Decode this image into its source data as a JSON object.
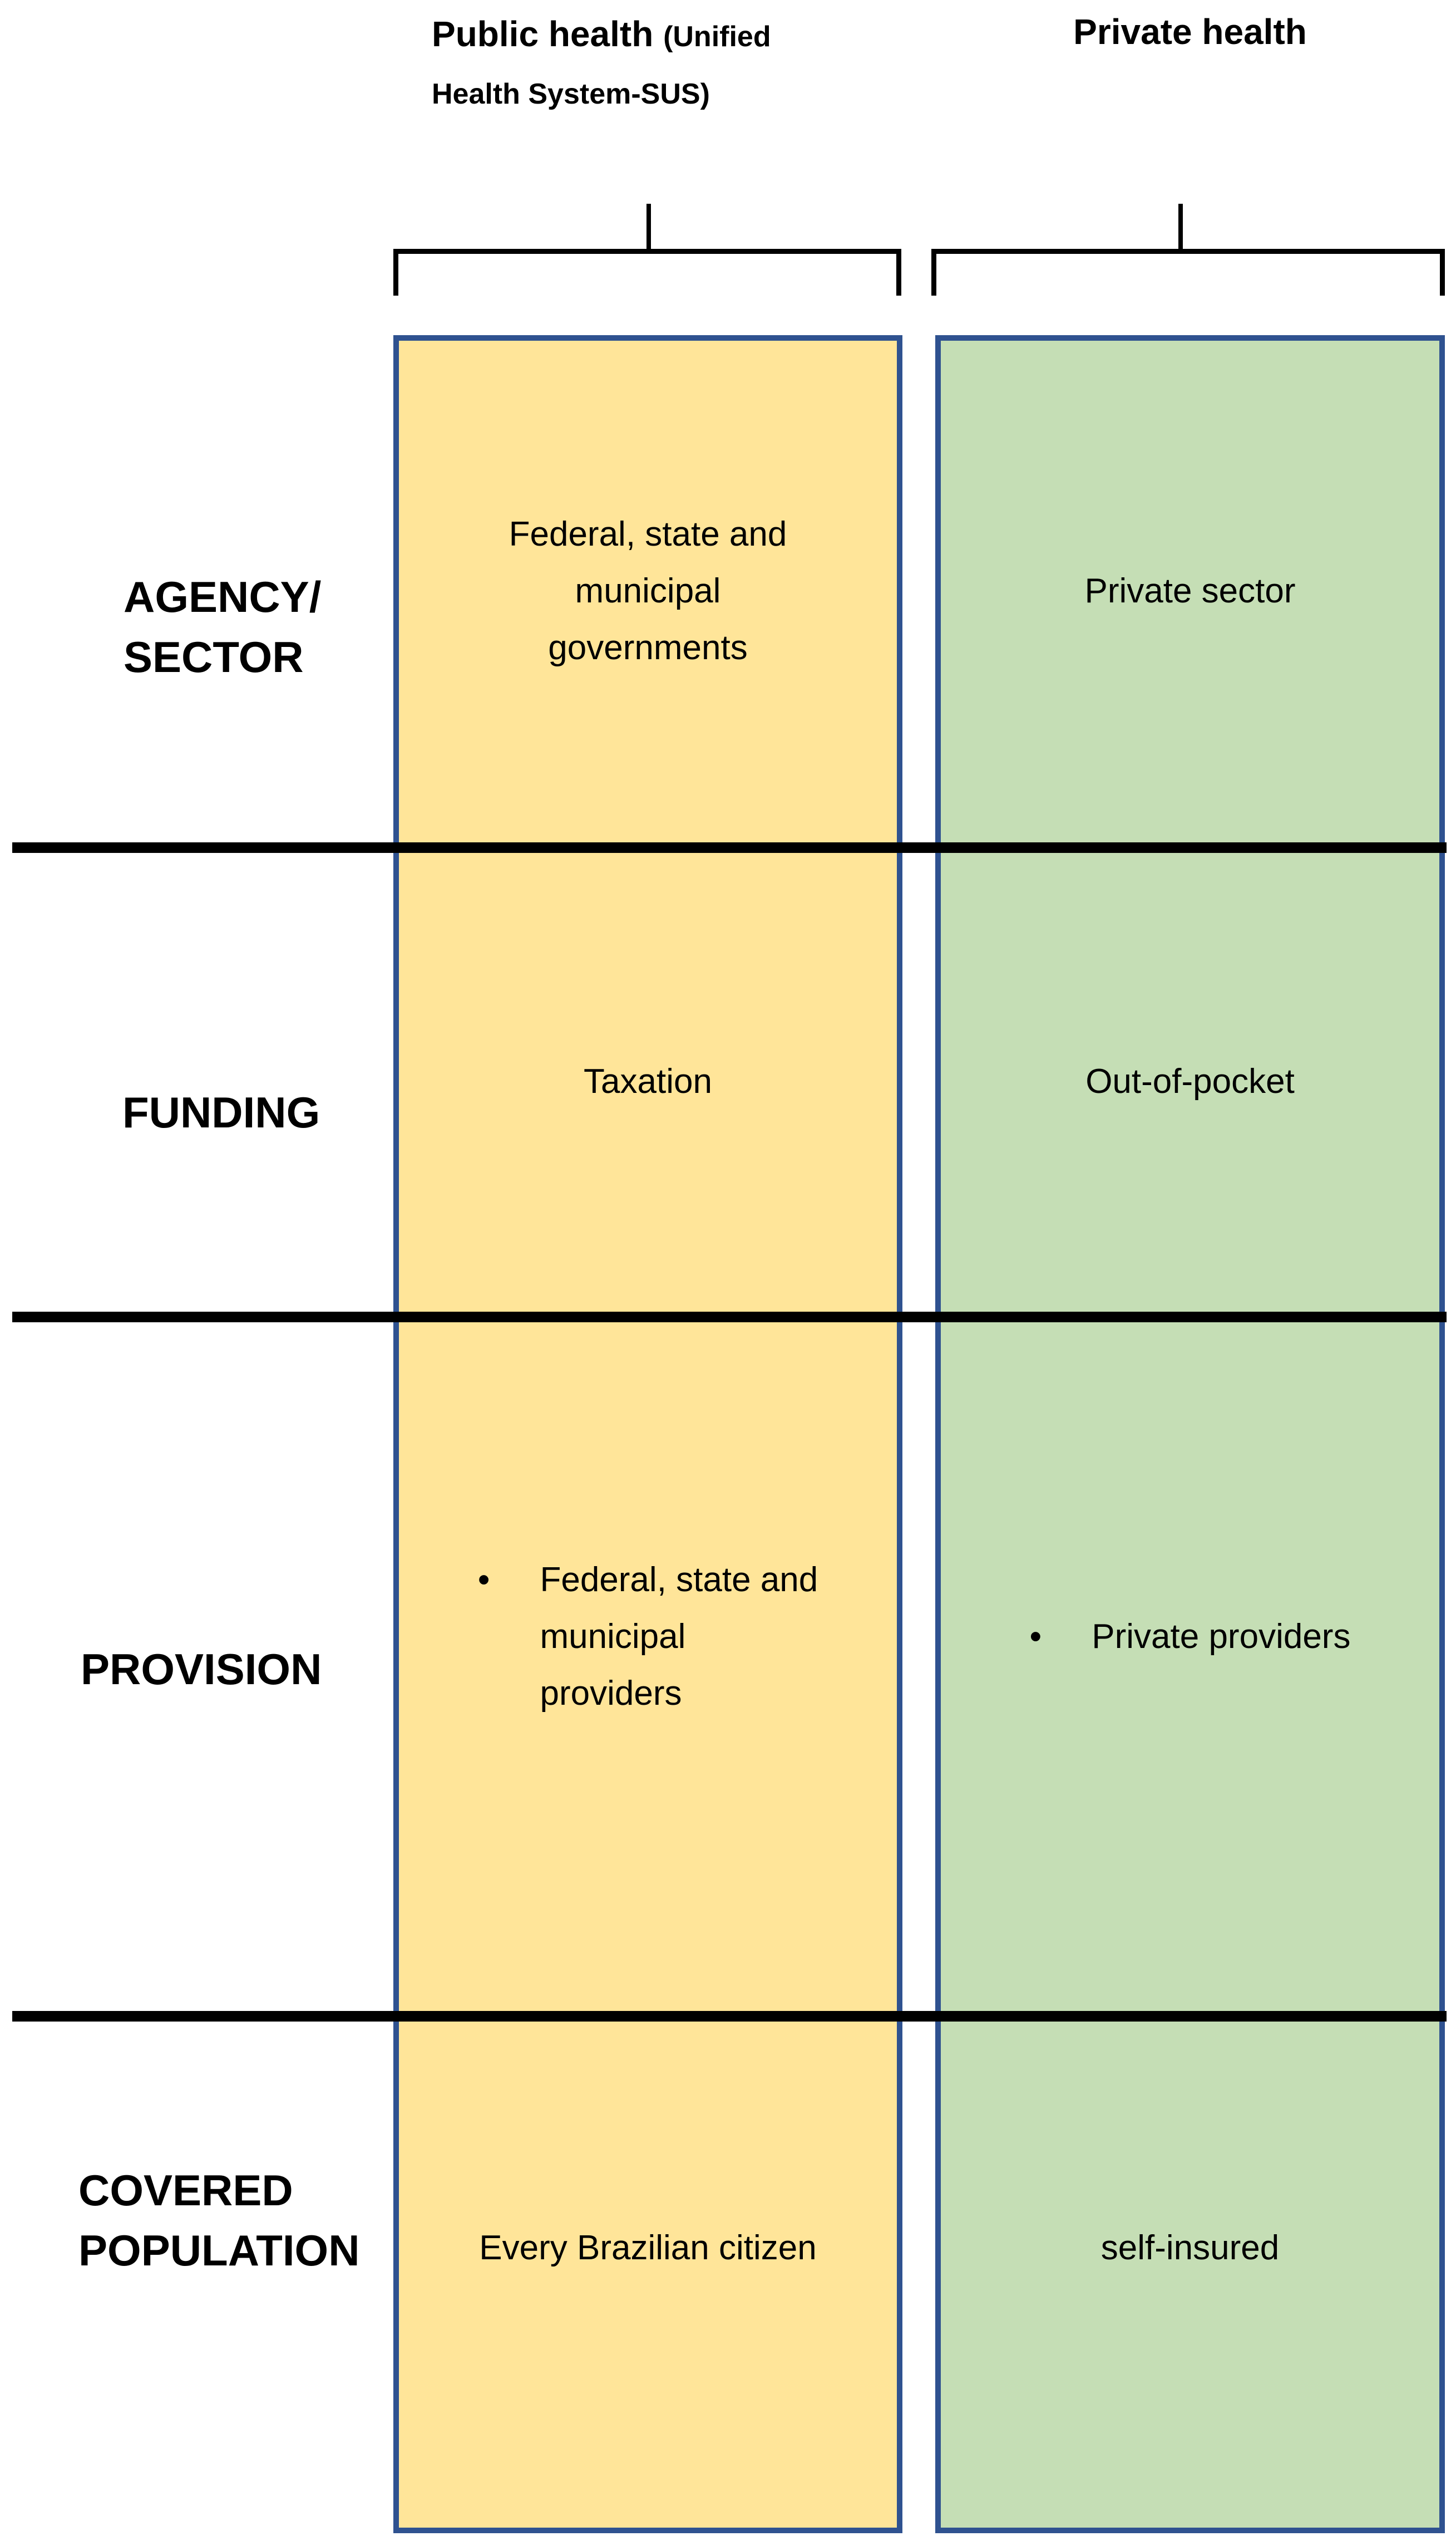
{
  "headers": {
    "public": {
      "main": "Public health ",
      "sub": "(Unified Health System-SUS)"
    },
    "private": "Private health"
  },
  "bullet_glyph": "•",
  "rows": [
    {
      "label": "AGENCY/\nSECTOR",
      "public": "Federal, state and\nmunicipal\ngovernments",
      "private": "Private sector"
    },
    {
      "label": "FUNDING",
      "public": "Taxation",
      "private": "Out-of-pocket"
    },
    {
      "label": "PROVISION",
      "public": "Federal, state and\nmunicipal\nproviders",
      "private": "Private providers"
    },
    {
      "label": "COVERED\nPOPULATION",
      "public": "Every Brazilian citizen",
      "private": "self-insured"
    }
  ],
  "colors": {
    "public_column_fill": "#FFE599",
    "private_column_fill": "#C5DEB5",
    "column_border": "#2F5290",
    "divider_line": "#000000",
    "text": "#000000",
    "background": "#FFFFFF"
  }
}
